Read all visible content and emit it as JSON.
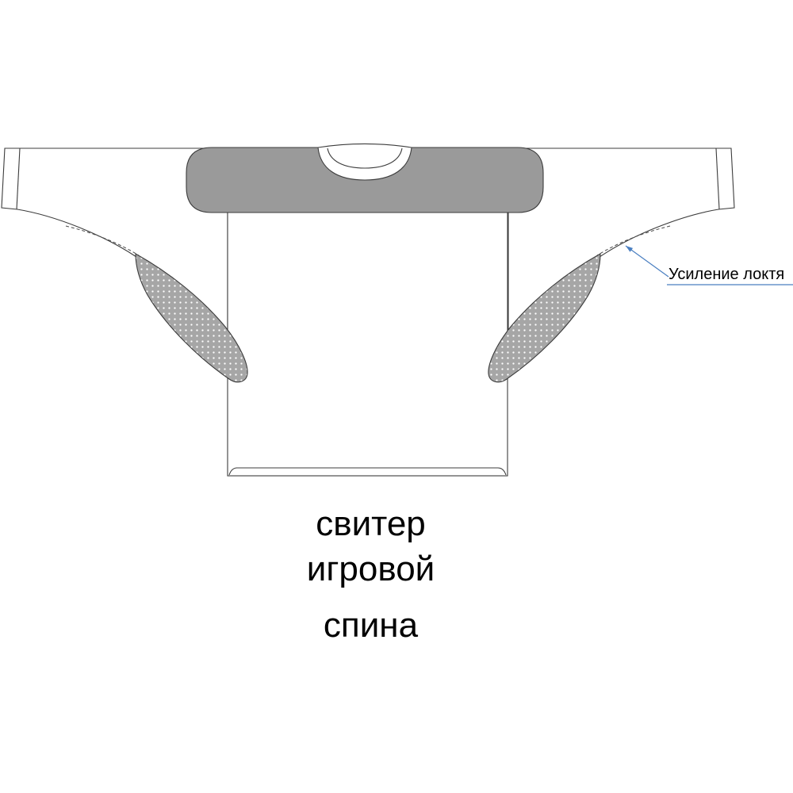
{
  "diagram": {
    "title_lines": [
      "свитер",
      "игровой",
      "спина"
    ],
    "annotation": {
      "elbow_label": "Усиление локтя"
    },
    "colors": {
      "yoke_gray": "#9a9a9a",
      "patch_gray": "#a6a6a6",
      "outline": "#3c3c3c",
      "leader_blue": "#4a7fc1",
      "text": "#000000",
      "background": "#ffffff"
    }
  }
}
